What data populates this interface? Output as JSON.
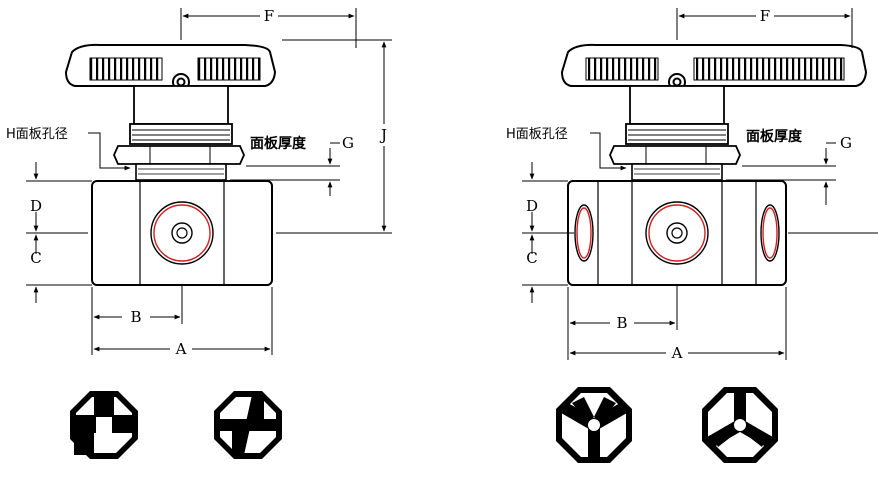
{
  "views": [
    {
      "id": "two-way",
      "dimensions": {
        "A": "A",
        "B": "B",
        "C": "C",
        "D": "D",
        "F": "F",
        "G": "G",
        "J": "J"
      },
      "panel_hole_label": "H面板孔径",
      "panel_thickness_label": "面板厚度",
      "flow_patterns": [
        "two-way-pattern-1",
        "two-way-pattern-2"
      ]
    },
    {
      "id": "three-way",
      "dimensions": {
        "A": "A",
        "B": "B",
        "C": "C",
        "D": "D",
        "F": "F",
        "G": "G"
      },
      "panel_hole_label": "H面板孔径",
      "panel_thickness_label": "面板厚度",
      "flow_patterns": [
        "three-way-pattern-1",
        "three-way-pattern-2"
      ]
    }
  ],
  "colors": {
    "line": "#000000",
    "port_ring": "#d02020",
    "background": "#ffffff"
  }
}
